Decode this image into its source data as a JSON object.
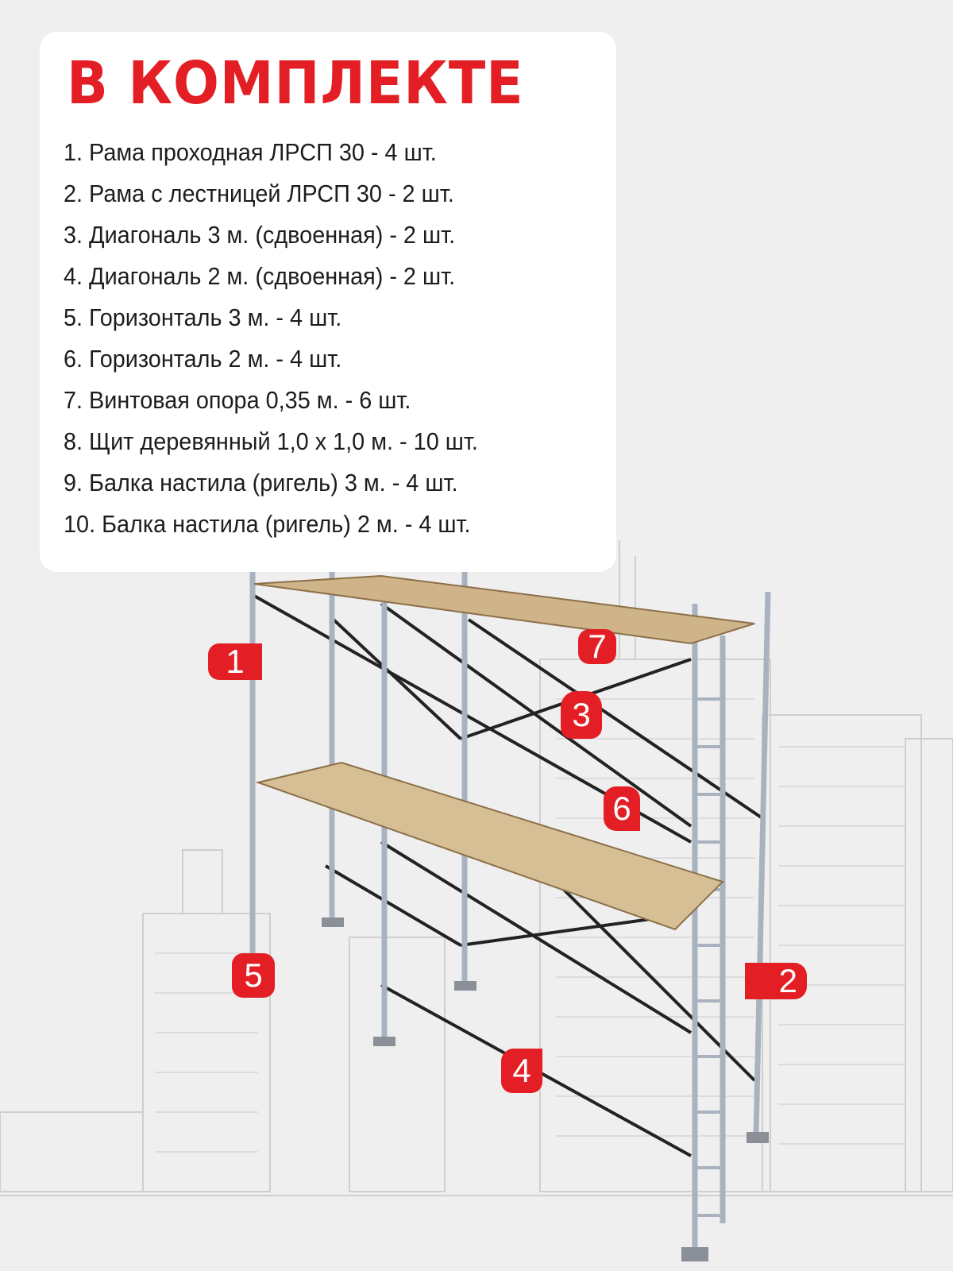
{
  "title": "В КОМПЛЕКТЕ",
  "items": [
    "1. Рама проходная ЛРСП 30 - 4 шт.",
    "2. Рама с лестницей ЛРСП 30 - 2 шт.",
    "3. Диагональ 3 м. (сдвоенная) - 2 шт.",
    "4. Диагональ 2 м. (сдвоенная) - 2 шт.",
    "5. Горизонталь 3 м. - 4 шт.",
    "6. Горизонталь 2 м. - 4 шт.",
    "7. Винтовая опора 0,35 м. - 6 шт.",
    "8.  Щит деревянный 1,0 х 1,0 м. - 10 шт.",
    "9.  Балка настила (ригель) 3 м. - 4 шт.",
    "10.  Балка настила (ригель) 2 м. - 4 шт."
  ],
  "badges": {
    "b1": "1",
    "b2": "2",
    "b3": "3",
    "b4": "4",
    "b5": "5",
    "b6": "6",
    "b7": "7"
  },
  "colors": {
    "accent": "#e31e24",
    "background": "#efefef"
  }
}
